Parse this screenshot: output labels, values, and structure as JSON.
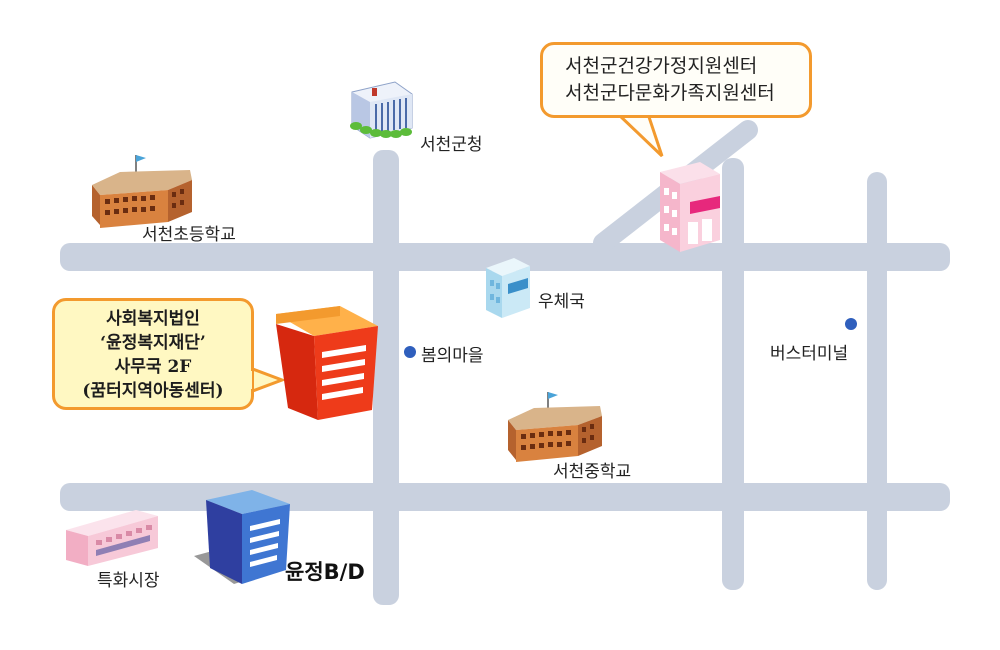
{
  "map": {
    "colors": {
      "road": "#c9d1df",
      "callout_border": "#f39a2e",
      "callout_fill": "#fff8c2",
      "dot": "#2f5fbd"
    },
    "callout_top": {
      "line1": "서천군건강가정지원센터",
      "line2": "서천군다문화가족지원센터"
    },
    "callout_office": {
      "line1": "사회복지법인",
      "line2": "‘윤정복지재단’",
      "line3": "사무국 2F",
      "line4": "(꿈터지역아동센터)"
    },
    "labels": {
      "county_office": "서천군청",
      "elementary_school": "서천초등학교",
      "post_office": "우체국",
      "village": "봄의마을",
      "bus_terminal": "버스터미널",
      "middle_school": "서천중학교",
      "market": "특화시장",
      "yunjeong_building": "윤정B/D"
    },
    "icons": [
      "county-office-building-icon",
      "school-building-icon",
      "post-office-building-icon",
      "pink-building-icon",
      "red-office-building-icon",
      "blue-building-icon",
      "market-building-icon"
    ]
  }
}
